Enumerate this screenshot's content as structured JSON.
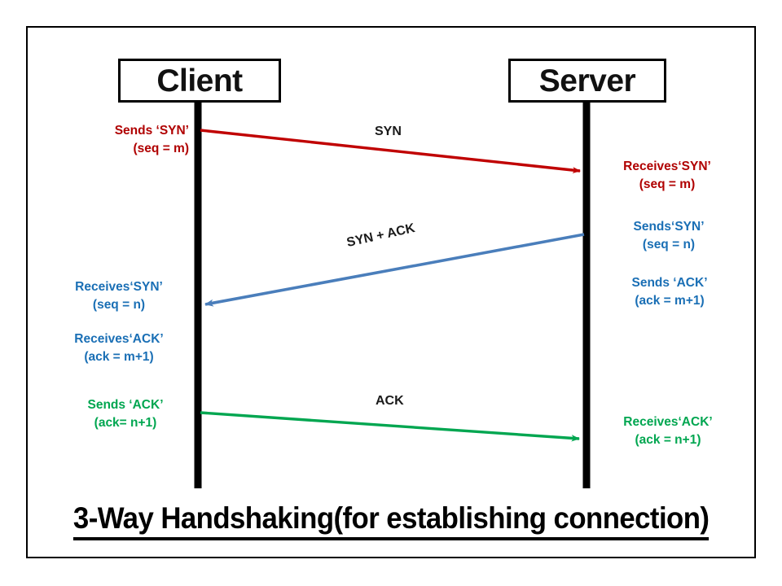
{
  "diagram": {
    "title": "3-Way Handshaking(for establishing connection)",
    "frame_color": "#000000",
    "background": "#ffffff"
  },
  "actors": [
    {
      "id": "client",
      "label": "Client"
    },
    {
      "id": "server",
      "label": "Server"
    }
  ],
  "colors": {
    "red": "#B00000",
    "blue": "#1A6FB5",
    "arrow_blue": "#4A7EBB",
    "green": "#00A650",
    "black": "#000000"
  },
  "messages": [
    {
      "id": "syn",
      "caption": "SYN",
      "direction": "client-to-server",
      "color": "#C00000"
    },
    {
      "id": "syn-ack",
      "caption": "SYN + ACK",
      "direction": "server-to-client",
      "color": "#4A7EBB"
    },
    {
      "id": "ack",
      "caption": "ACK",
      "direction": "client-to-server",
      "color": "#00A650"
    }
  ],
  "notes": {
    "client_sends_syn": {
      "line1": "Sends ‘SYN’",
      "line2": "(seq = m)",
      "color": "red"
    },
    "server_receives_syn": {
      "line1": "Receives‘SYN’",
      "line2": "(seq = m)",
      "color": "red"
    },
    "server_sends_syn": {
      "line1": "Sends‘SYN’",
      "line2": "(seq = n)",
      "color": "blue"
    },
    "server_sends_ack": {
      "line1": "Sends ‘ACK’",
      "line2": "(ack = m+1)",
      "color": "blue"
    },
    "client_receives_syn": {
      "line1": "Receives‘SYN’",
      "line2": "(seq = n)",
      "color": "blue"
    },
    "client_receives_ack": {
      "line1": "Receives‘ACK’",
      "line2": "(ack = m+1)",
      "color": "blue"
    },
    "client_sends_ack": {
      "line1": "Sends ‘ACK’",
      "line2": "(ack= n+1)",
      "color": "green"
    },
    "server_receives_ack": {
      "line1": "Receives‘ACK’",
      "line2": "(ack = n+1)",
      "color": "green"
    }
  }
}
